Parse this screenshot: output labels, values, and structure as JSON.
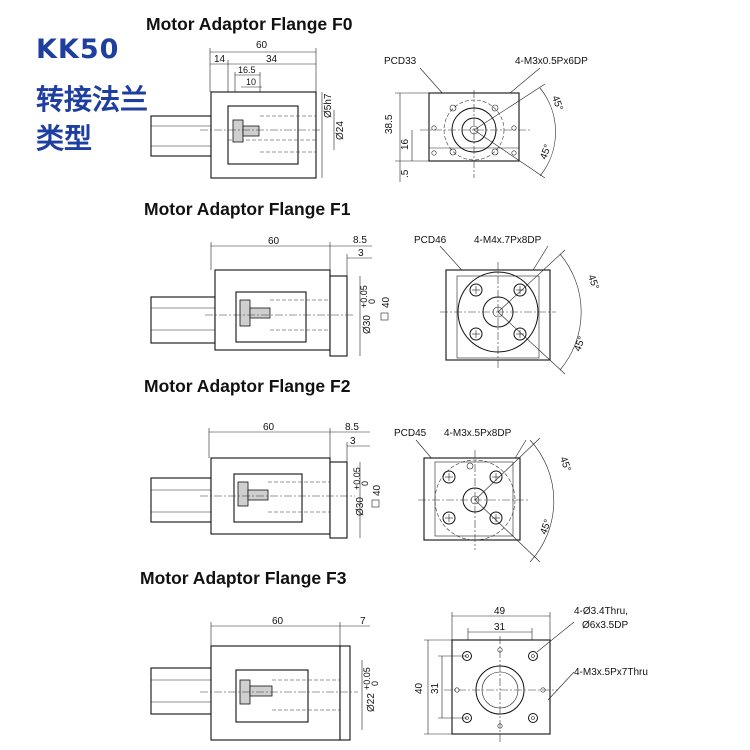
{
  "kk": {
    "title": "KK50",
    "subtitle_line1": "转接法兰",
    "subtitle_line2": "类型"
  },
  "f0": {
    "title": "Motor Adaptor Flange F0",
    "dim_60": "60",
    "dim_34": "34",
    "dim_14": "14",
    "dim_16_5": "16.5",
    "dim_10": "10",
    "shaft": "Ø5h7",
    "bore": "Ø24",
    "pcd": "PCD33",
    "holes": "4-M3x0.5Px6DP",
    "h_38_5": "38.5",
    "h_16": "16",
    "h_5": ".5",
    "angle1": "45°",
    "angle2": "45°"
  },
  "f1": {
    "title": "Motor Adaptor Flange F1",
    "dim_60": "60",
    "dim_8_5": "8.5",
    "dim_3": "3",
    "bore": "Ø30",
    "tol_upper": "+0.05",
    "tol_lower": "0",
    "square": "40",
    "pcd": "PCD46",
    "holes": "4-M4x.7Px8DP",
    "angle1": "45°",
    "angle2": "45°"
  },
  "f2": {
    "title": "Motor Adaptor Flange F2",
    "dim_60": "60",
    "dim_8_5": "8.5",
    "dim_3": "3",
    "bore": "Ø30",
    "tol_upper": "+0.05",
    "tol_lower": "0",
    "square": "40",
    "pcd": "PCD45",
    "holes": "4-M3x.5Px8DP",
    "angle1": "45°",
    "angle2": "45°"
  },
  "f3": {
    "title": "Motor Adaptor Flange F3",
    "dim_60": "60",
    "dim_7": "7",
    "bore": "Ø22",
    "tol_upper": "+0.05",
    "tol_lower": "0",
    "dim_49": "49",
    "dim_31_top": "31",
    "dim_40": "40",
    "dim_31_side": "31",
    "thru_line1": "4-Ø3.4Thru,",
    "thru_line2": "Ø6x3.5DP",
    "holes": "4-M3x.5Px7Thru"
  }
}
